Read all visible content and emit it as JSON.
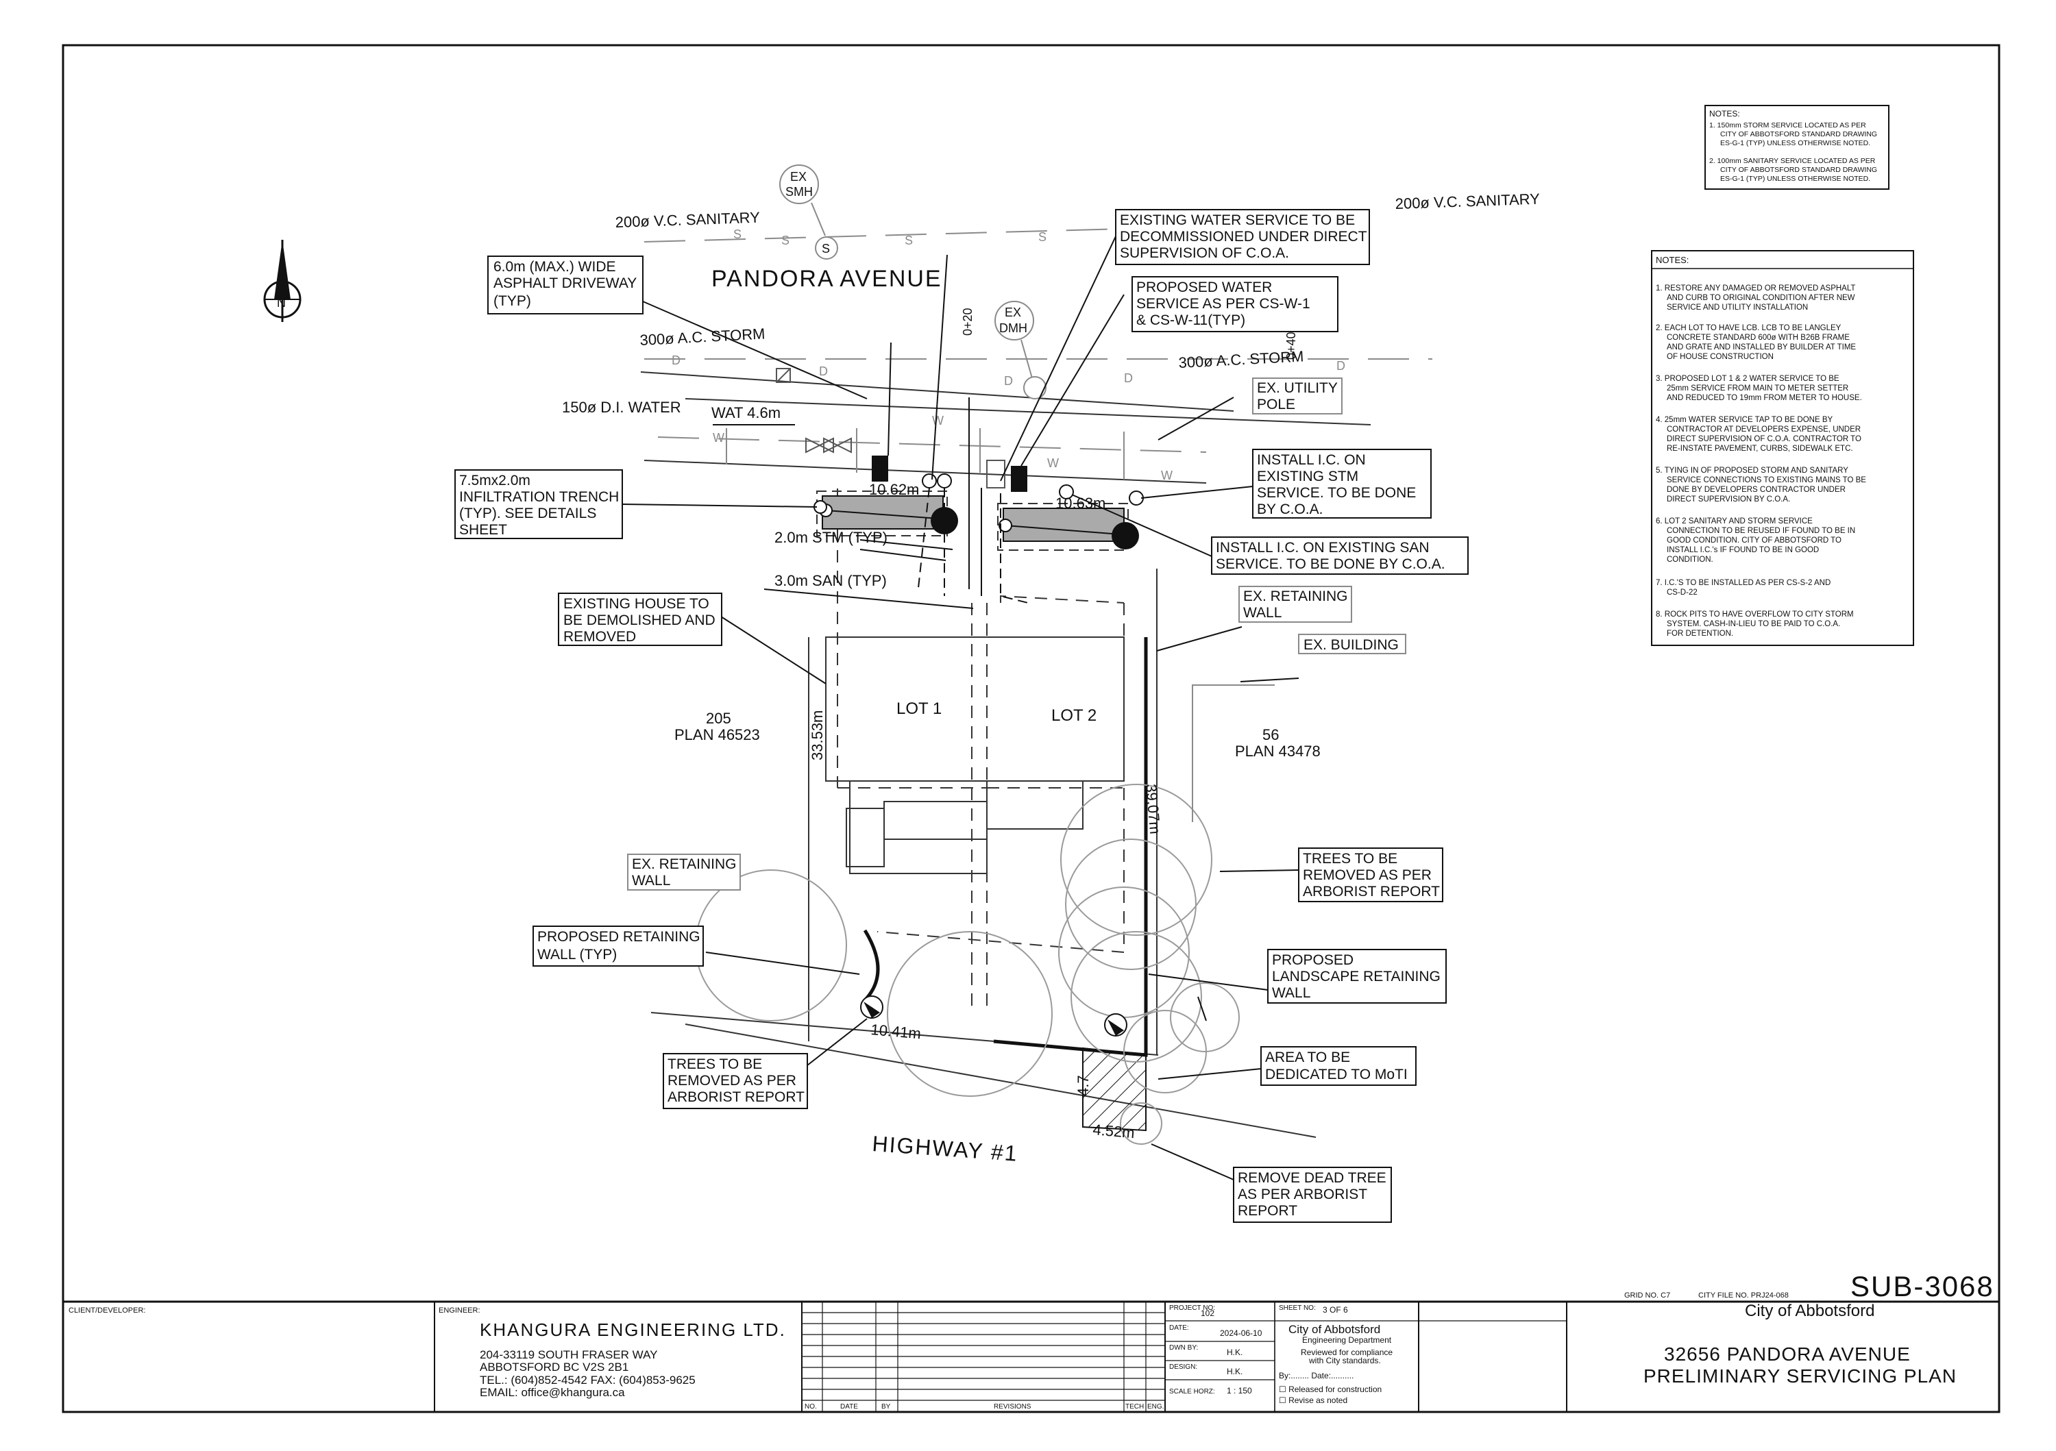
{
  "north_arrow": {
    "letter": "N"
  },
  "streets": {
    "north": "PANDORA AVENUE",
    "south": "HIGHWAY #1"
  },
  "utilities": {
    "sanitary_left": "200ø V.C. SANITARY",
    "sanitary_right": "200ø V.C. SANITARY",
    "storm_left": "300ø A.C. STORM",
    "storm_right": "300ø A.C. STORM",
    "water": "150ø D.I. WATER",
    "wat_offset": "WAT 4.6m",
    "ex_smh": [
      "EX",
      "SMH"
    ],
    "ex_dmh": [
      "EX",
      "DMH"
    ],
    "station_left": "0+20",
    "station_right": "0+40",
    "line_s": "S",
    "line_d": "D",
    "line_w": "W"
  },
  "dimensions": {
    "lot1_front": "10.62m",
    "lot2_front": "10.63m",
    "lot1_depth": "33.53m",
    "lot2_depth": "39.07m",
    "rear_width": "10.41m",
    "dedication_width": "4.52m",
    "dedication_side": "4.7"
  },
  "lots": {
    "lot1": "LOT 1",
    "lot2": "LOT 2",
    "west_parcel": [
      "205",
      "PLAN 46523"
    ],
    "east_parcel": [
      "56",
      "PLAN 43478"
    ]
  },
  "callouts": {
    "driveway": [
      "6.0m (MAX.) WIDE",
      "ASPHALT DRIVEWAY",
      "(TYP)"
    ],
    "infiltration": [
      "7.5mx2.0m",
      "INFILTRATION TRENCH",
      "(TYP). SEE DETAILS",
      "SHEET"
    ],
    "stm_offset": "2.0m STM (TYP)",
    "san_offset": "3.0m SAN (TYP)",
    "existing_house": [
      "EXISTING HOUSE TO",
      "BE DEMOLISHED AND",
      "REMOVED"
    ],
    "ex_retaining_west": [
      "EX. RETAINING",
      "WALL"
    ],
    "proposed_retaining": [
      "PROPOSED RETAINING",
      "WALL (TYP)"
    ],
    "trees_south": [
      "TREES TO BE",
      "REMOVED AS PER",
      "ARBORIST REPORT"
    ],
    "water_decommission": [
      "EXISTING WATER SERVICE TO BE",
      "DECOMMISSIONED UNDER DIRECT",
      "SUPERVISION OF C.O.A."
    ],
    "proposed_water": [
      "PROPOSED WATER",
      "SERVICE AS PER CS-W-1",
      "& CS-W-11(TYP)"
    ],
    "utility_pole": [
      "EX. UTILITY",
      "POLE"
    ],
    "ic_stm": [
      "INSTALL I.C. ON",
      "EXISTING STM",
      "SERVICE. TO BE DONE",
      "BY C.O.A."
    ],
    "ic_san": [
      "INSTALL I.C. ON EXISTING SAN",
      "SERVICE. TO BE DONE BY C.O.A."
    ],
    "ex_retaining_east": [
      "EX. RETAINING",
      "WALL"
    ],
    "ex_building": [
      "EX. BUILDING"
    ],
    "trees_east": [
      "TREES TO BE",
      "REMOVED AS PER",
      "ARBORIST REPORT"
    ],
    "landscape_wall": [
      "PROPOSED",
      "LANDSCAPE RETAINING",
      "WALL"
    ],
    "dedication": [
      "AREA TO BE",
      "DEDICATED TO MoTI"
    ],
    "dead_tree": [
      "REMOVE DEAD TREE",
      "AS PER ARBORIST",
      "REPORT"
    ]
  },
  "notes_top": {
    "heading": "NOTES:",
    "items": [
      [
        "1.  150mm STORM SERVICE LOCATED AS PER",
        "CITY OF ABBOTSFORD STANDARD DRAWING",
        "ES-G-1 (TYP) UNLESS OTHERWISE NOTED."
      ],
      [
        "2.  100mm SANITARY SERVICE LOCATED AS PER",
        "CITY OF ABBOTSFORD STANDARD DRAWING",
        "ES-G-1 (TYP) UNLESS OTHERWISE NOTED."
      ]
    ]
  },
  "notes_main": {
    "heading": "NOTES:",
    "items": [
      [
        "1. RESTORE ANY DAMAGED OR REMOVED ASPHALT",
        "AND CURB TO ORIGINAL CONDITION AFTER NEW",
        "SERVICE AND UTILITY INSTALLATION"
      ],
      [
        "2. EACH LOT TO HAVE LCB. LCB TO BE LANGLEY",
        "CONCRETE STANDARD 600ø WITH B26B FRAME",
        "AND GRATE AND INSTALLED BY BUILDER AT TIME",
        "OF HOUSE CONSTRUCTION"
      ],
      [
        "3. PROPOSED LOT 1 & 2  WATER SERVICE TO BE",
        "25mm SERVICE FROM MAIN TO METER SETTER",
        "AND REDUCED TO 19mm FROM METER TO HOUSE."
      ],
      [
        "4. 25mm WATER SERVICE TAP TO BE DONE BY",
        "CONTRACTOR AT DEVELOPERS EXPENSE, UNDER",
        "DIRECT SUPERVISION OF C.O.A. CONTRACTOR TO",
        "RE-INSTATE PAVEMENT, CURBS, SIDEWALK ETC."
      ],
      [
        "5. TYING IN OF PROPOSED STORM AND SANITARY",
        "SERVICE CONNECTIONS TO EXISTING MAINS TO BE",
        "DONE BY DEVELOPERS CONTRACTOR UNDER",
        "DIRECT SUPERVISION BY C.O.A."
      ],
      [
        "6. LOT 2 SANITARY AND STORM SERVICE",
        "CONNECTION TO BE REUSED IF FOUND TO BE IN",
        "GOOD CONDITION. CITY OF ABBOTSFORD TO",
        "INSTALL I.C.'s IF FOUND TO BE IN GOOD",
        "CONDITION."
      ],
      [
        "7. I.C.'S TO BE INSTALLED AS PER CS-S-2 AND",
        "CS-D-22"
      ],
      [
        "8. ROCK PITS TO HAVE OVERFLOW TO CITY STORM",
        "SYSTEM. CASH-IN-LIEU TO BE PAID TO C.O.A.",
        "FOR DETENTION."
      ]
    ]
  },
  "title_block": {
    "client_label": "CLIENT/DEVELOPER:",
    "engineer_label": "ENGINEER:",
    "firm": "KHANGURA ENGINEERING LTD.",
    "address1": "204-33119 SOUTH FRASER WAY",
    "address2": "ABBOTSFORD BC V2S 2B1",
    "phone": "TEL.: (604)852-4542 FAX: (604)853-9625",
    "email": "EMAIL: office@khangura.ca",
    "rev_headers": [
      "NO.",
      "DATE",
      "BY",
      "REVISIONS",
      "TECH",
      "ENG."
    ],
    "project_no_label": "PROJECT NO:",
    "project_no": "102",
    "date_label": "DATE:",
    "date": "2024-06-10",
    "dwn_label": "DWN BY:",
    "dwn": "H.K.",
    "design_label": "DESIGN:",
    "design": "H.K.",
    "scale_label": "SCALE HORZ:",
    "scale": "1 : 150",
    "sheet_no_label": "SHEET NO:",
    "sheet_no": "3 OF 6",
    "coa_stamp": [
      "City of Abbotsford",
      "Engineering Department",
      "Reviewed for compliance",
      "with City standards."
    ],
    "by_date": "By:........ Date:..........",
    "check1": "☐ Released for construction",
    "check2": "☐ Revise as noted",
    "grid_no": "GRID NO. C7",
    "city_file": "CITY FILE NO. PRJ24-068",
    "sub_no": "SUB-3068",
    "city": "City of Abbotsford",
    "title1": "32656 PANDORA AVENUE",
    "title2": "PRELIMINARY SERVICING PLAN"
  }
}
